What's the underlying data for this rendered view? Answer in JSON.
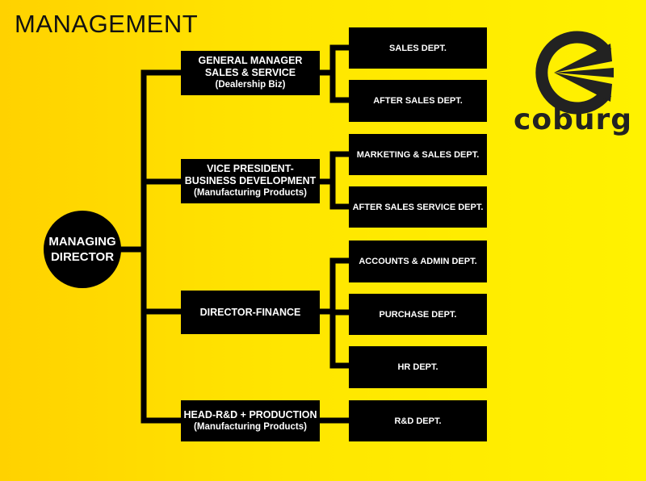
{
  "title": "MANAGEMENT",
  "managing_director": {
    "line1": "MANAGING",
    "line2": "DIRECTOR"
  },
  "managers": [
    {
      "line1": "GENERAL MANAGER",
      "line2": "SALES & SERVICE",
      "line3": "(Dealership Biz)"
    },
    {
      "line1": "VICE PRESIDENT-",
      "line2": "BUSINESS DEVELOPMENT",
      "line3": "(Manufacturing Products)"
    },
    {
      "line1": "DIRECTOR-FINANCE",
      "line2": "",
      "line3": ""
    },
    {
      "line1": "HEAD-R&D + PRODUCTION",
      "line2": "(Manufacturing Products)",
      "line3": ""
    }
  ],
  "departments": [
    "SALES DEPT.",
    "AFTER SALES DEPT.",
    "MARKETING & SALES DEPT.",
    "AFTER SALES SERVICE DEPT.",
    "ACCOUNTS & ADMIN DEPT.",
    "PURCHASE DEPT.",
    "HR DEPT.",
    "R&D DEPT."
  ],
  "logo": {
    "text": "coburg",
    "icon": "coburg-logo-icon"
  },
  "colors": {
    "background": "#ffe600",
    "box": "#000000",
    "text": "#ffffff"
  }
}
